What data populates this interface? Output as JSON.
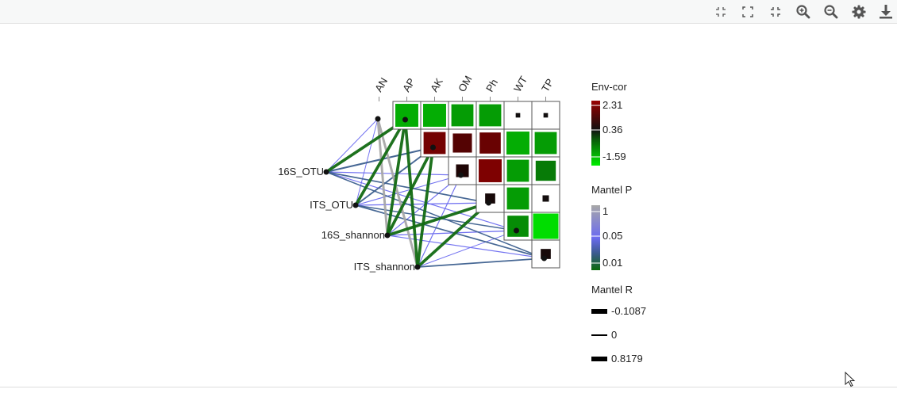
{
  "toolbar": {
    "icons": [
      "collapse-icon",
      "fullscreen-icon",
      "exit-fullscreen-icon",
      "zoom-in-icon",
      "zoom-out-icon",
      "settings-icon",
      "download-icon"
    ]
  },
  "chart_data": {
    "type": "heatmap",
    "env_vars": [
      "AN",
      "AP",
      "AK",
      "OM",
      "Ph",
      "WT",
      "TP"
    ],
    "correlation_matrix_upper": [
      {
        "row": "AN",
        "values": {
          "AP": -1.3,
          "AK": -1.3,
          "OM": -1.2,
          "Ph": -1.2,
          "WT": 0.05,
          "TP": 0.05
        }
      },
      {
        "row": "AP",
        "values": {
          "AK": 1.2,
          "OM": 0.9,
          "Ph": 1.1,
          "WT": -1.3,
          "TP": -1.2
        }
      },
      {
        "row": "AK",
        "values": {
          "OM": 0.4,
          "Ph": 1.3,
          "WT": -1.2,
          "TP": -1.0
        }
      },
      {
        "row": "OM",
        "values": {
          "Ph": 0.25,
          "WT": -1.2,
          "TP": 0.1
        }
      },
      {
        "row": "Ph",
        "values": {
          "WT": -1.1,
          "TP": -1.59
        }
      },
      {
        "row": "WT",
        "values": {
          "TP": 0.25
        }
      }
    ],
    "species": [
      "16S_OTU",
      "ITS_OTU",
      "16S_shannon",
      "ITS_shannon"
    ],
    "mantel_links": [
      {
        "spec": "16S_OTU",
        "env": "AN",
        "r": 0.05,
        "p": 0.05
      },
      {
        "spec": "16S_OTU",
        "env": "AP",
        "r": 0.8,
        "p": 0.01
      },
      {
        "spec": "16S_OTU",
        "env": "AK",
        "r": 0.35,
        "p": 0.03
      },
      {
        "spec": "16S_OTU",
        "env": "OM",
        "r": 0.1,
        "p": 0.05
      },
      {
        "spec": "16S_OTU",
        "env": "Ph",
        "r": 0.25,
        "p": 0.03
      },
      {
        "spec": "16S_OTU",
        "env": "WT",
        "r": 0.1,
        "p": 0.05
      },
      {
        "spec": "16S_OTU",
        "env": "TP",
        "r": 0.2,
        "p": 0.03
      },
      {
        "spec": "ITS_OTU",
        "env": "AN",
        "r": 0.05,
        "p": 0.05
      },
      {
        "spec": "ITS_OTU",
        "env": "AP",
        "r": 0.8,
        "p": 0.01
      },
      {
        "spec": "ITS_OTU",
        "env": "AK",
        "r": 0.3,
        "p": 0.03
      },
      {
        "spec": "ITS_OTU",
        "env": "OM",
        "r": 0.1,
        "p": 0.05
      },
      {
        "spec": "ITS_OTU",
        "env": "Ph",
        "r": 0.15,
        "p": 0.05
      },
      {
        "spec": "ITS_OTU",
        "env": "WT",
        "r": 0.2,
        "p": 0.03
      },
      {
        "spec": "ITS_OTU",
        "env": "TP",
        "r": 0.25,
        "p": 0.03
      },
      {
        "spec": "16S_shannon",
        "env": "AN",
        "r": 0.6,
        "p": 1
      },
      {
        "spec": "16S_shannon",
        "env": "AP",
        "r": 0.8,
        "p": 0.01
      },
      {
        "spec": "16S_shannon",
        "env": "AK",
        "r": 0.8,
        "p": 0.01
      },
      {
        "spec": "16S_shannon",
        "env": "OM",
        "r": 0.1,
        "p": 0.05
      },
      {
        "spec": "16S_shannon",
        "env": "Ph",
        "r": 0.8,
        "p": 0.01
      },
      {
        "spec": "16S_shannon",
        "env": "WT",
        "r": 0.15,
        "p": 0.05
      },
      {
        "spec": "16S_shannon",
        "env": "TP",
        "r": 0.1,
        "p": 0.05
      },
      {
        "spec": "ITS_shannon",
        "env": "AN",
        "r": 0.6,
        "p": 1
      },
      {
        "spec": "ITS_shannon",
        "env": "AP",
        "r": 0.8,
        "p": 0.01
      },
      {
        "spec": "ITS_shannon",
        "env": "AK",
        "r": 0.8,
        "p": 0.01
      },
      {
        "spec": "ITS_shannon",
        "env": "OM",
        "r": 0.1,
        "p": 0.05
      },
      {
        "spec": "ITS_shannon",
        "env": "Ph",
        "r": 0.8,
        "p": 0.01
      },
      {
        "spec": "ITS_shannon",
        "env": "WT",
        "r": 0.05,
        "p": 0.05
      },
      {
        "spec": "ITS_shannon",
        "env": "TP",
        "r": 0.25,
        "p": 0.03
      }
    ],
    "legend": {
      "env_cor": {
        "title": "Env-cor",
        "labels": [
          "2.31",
          "0.36",
          "-1.59"
        ],
        "colors": [
          "#8b0000",
          "#111111",
          "#00dd00"
        ]
      },
      "mantel_p": {
        "title": "Mantel P",
        "labels": [
          "1",
          "0.05",
          "0.01"
        ],
        "colors": [
          "#a8a8a8",
          "#6b6bf0",
          "#0a6a0a"
        ]
      },
      "mantel_r": {
        "title": "Mantel R",
        "labels": [
          "-0.1087",
          "0",
          "0.8179"
        ]
      }
    }
  }
}
